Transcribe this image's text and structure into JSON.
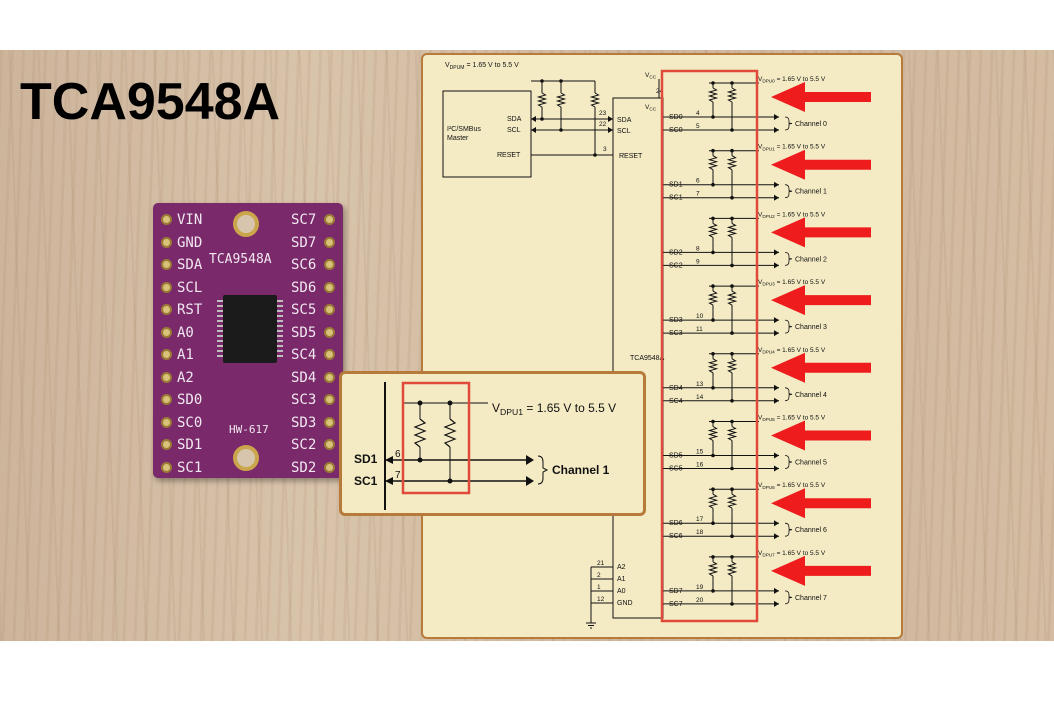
{
  "title": "TCA9548A",
  "board": {
    "chip_label": "TCA9548A",
    "model": "HW-617",
    "left_pins": [
      "VIN",
      "GND",
      "SDA",
      "SCL",
      "RST",
      "A0",
      "A1",
      "A2",
      "SD0",
      "SC0",
      "SD1",
      "SC1"
    ],
    "right_pins": [
      "SC7",
      "SD7",
      "SC6",
      "SD6",
      "SC5",
      "SD5",
      "SC4",
      "SD4",
      "SC3",
      "SD3",
      "SC2",
      "SD2"
    ]
  },
  "schematic": {
    "vdpum": "= 1.65 V to 5.5 V",
    "vdpum_main": "V",
    "vdpum_sub": "DPUM",
    "vcc": "V",
    "vcc_sub": "CC",
    "master_line1": "I²C/SMBus",
    "master_line2": "Master",
    "sda": "SDA",
    "scl": "SCL",
    "reset": "RESET",
    "pin_sda": "23",
    "pin_scl": "22",
    "pin_reset": "3",
    "pin_vcc": "24",
    "chip_name": "TCA9548A",
    "address_pins": [
      {
        "num": "21",
        "name": "A2"
      },
      {
        "num": "2",
        "name": "A1"
      },
      {
        "num": "1",
        "name": "A0"
      },
      {
        "num": "12",
        "name": "GND"
      }
    ],
    "channels": [
      {
        "sd": "SD0",
        "sc": "SC0",
        "sd_pin": "4",
        "sc_pin": "5",
        "vsub": "DPU0",
        "range": "= 1.65 V to 5.5 V",
        "label": "Channel 0"
      },
      {
        "sd": "SD1",
        "sc": "SC1",
        "sd_pin": "6",
        "sc_pin": "7",
        "vsub": "DPU1",
        "range": "= 1.65 V to 5.5 V",
        "label": "Channel 1"
      },
      {
        "sd": "SD2",
        "sc": "SC2",
        "sd_pin": "8",
        "sc_pin": "9",
        "vsub": "DPU2",
        "range": "= 1.65 V to 5.5 V",
        "label": "Channel 2"
      },
      {
        "sd": "SD3",
        "sc": "SC3",
        "sd_pin": "10",
        "sc_pin": "11",
        "vsub": "DPU3",
        "range": "= 1.65 V to 5.5 V",
        "label": "Channel 3"
      },
      {
        "sd": "SD4",
        "sc": "SC4",
        "sd_pin": "13",
        "sc_pin": "14",
        "vsub": "DPU4",
        "range": "= 1.65 V to 5.5 V",
        "label": "Channel 4"
      },
      {
        "sd": "SD5",
        "sc": "SC5",
        "sd_pin": "15",
        "sc_pin": "16",
        "vsub": "DPU5",
        "range": "= 1.65 V to 5.5 V",
        "label": "Channel 5"
      },
      {
        "sd": "SD6",
        "sc": "SC6",
        "sd_pin": "17",
        "sc_pin": "18",
        "vsub": "DPU6",
        "range": "= 1.65 V to 5.5 V",
        "label": "Channel 6"
      },
      {
        "sd": "SD7",
        "sc": "SC7",
        "sd_pin": "19",
        "sc_pin": "20",
        "vsub": "DPU7",
        "range": "= 1.65 V to 5.5 V",
        "label": "Channel 7"
      }
    ]
  },
  "zoom": {
    "v_main": "V",
    "v_sub": "DPU1",
    "range": "= 1.65 V to 5.5 V",
    "sd": "SD1",
    "sc": "SC1",
    "sd_pin": "6",
    "sc_pin": "7",
    "label": "Channel 1"
  },
  "colors": {
    "arrow": "#ee1c1c",
    "highlight": "#e04a3a",
    "board": "#7a2a6a",
    "panel": "#f4ebc5",
    "panel_border": "#b67a3b"
  }
}
